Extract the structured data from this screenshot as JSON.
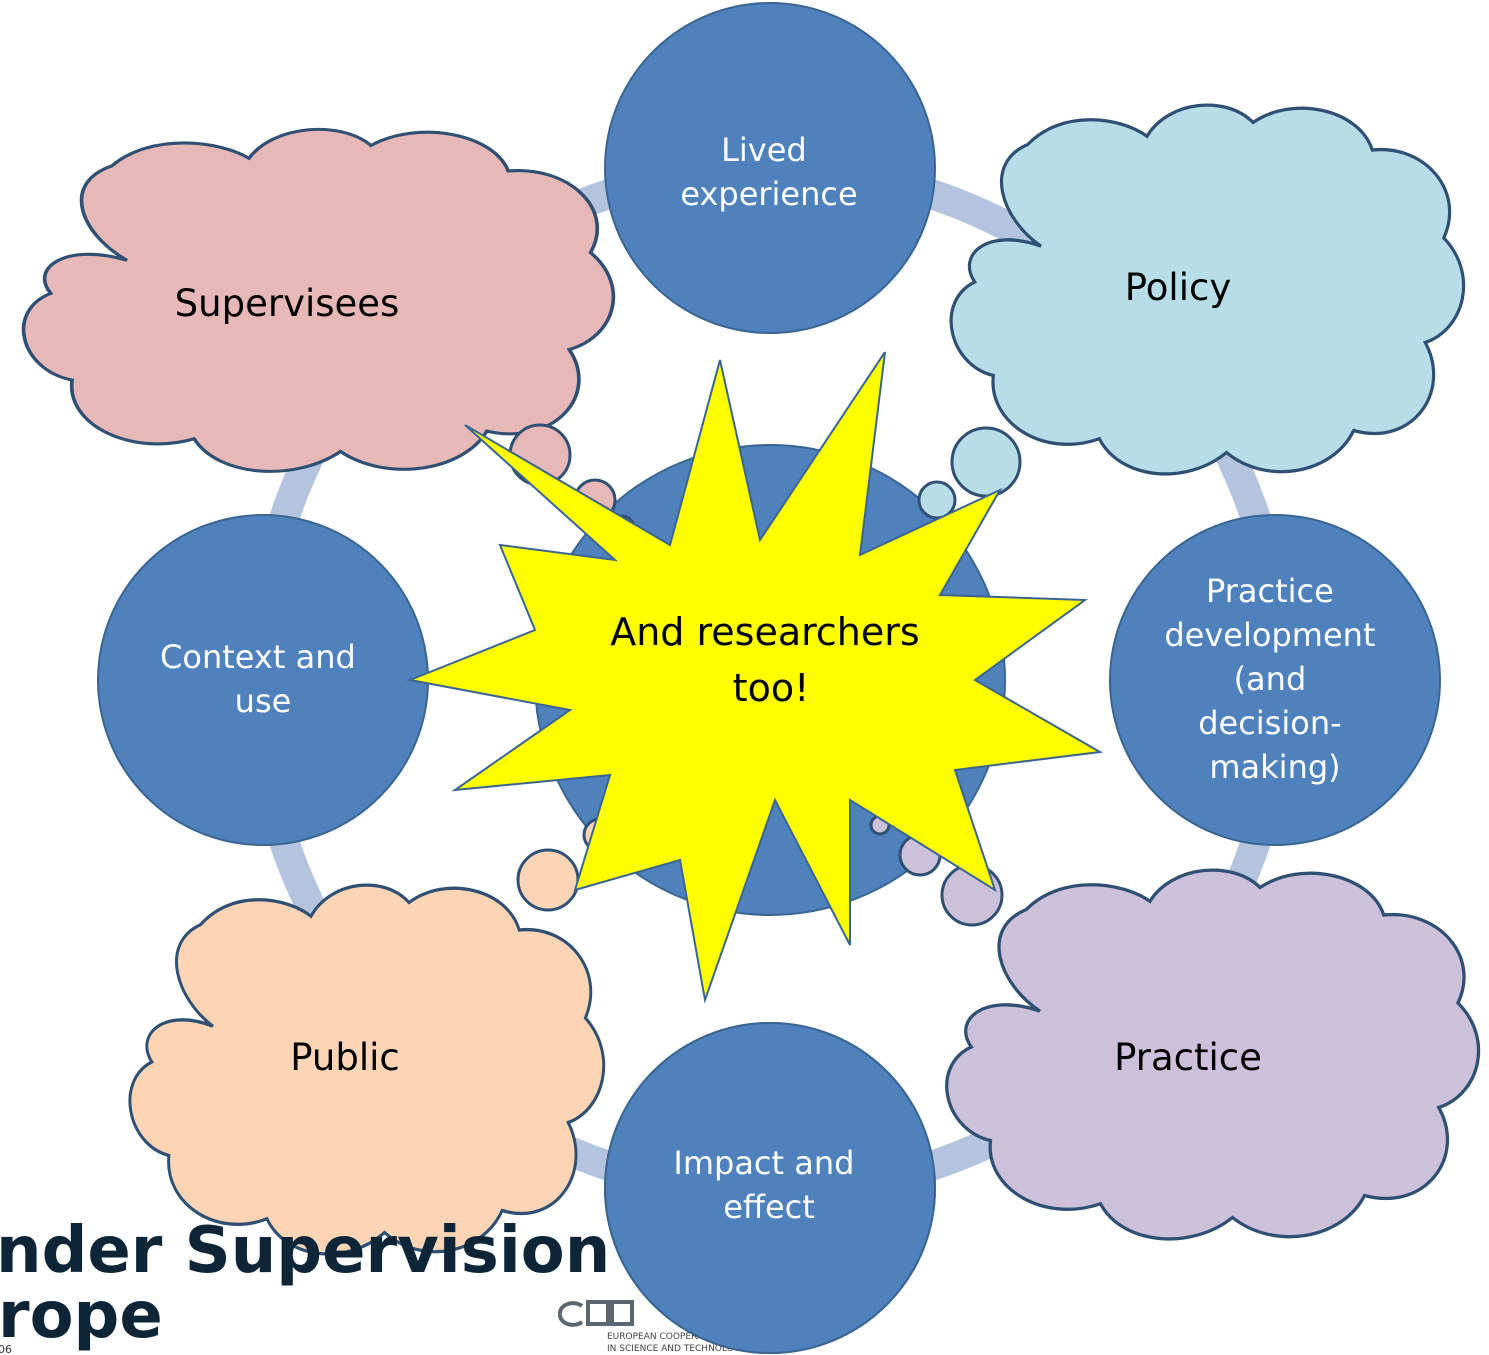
{
  "nodes": {
    "lived_experience": [
      "Lived",
      "experience"
    ],
    "practice_development": [
      "Practice",
      "development",
      "(and",
      "decision-",
      "making)"
    ],
    "impact_and_effect": [
      "Impact and",
      "effect"
    ],
    "context_and_use": [
      "Context and",
      "use"
    ]
  },
  "clouds": {
    "supervisees": "Supervisees",
    "policy": "Policy",
    "practice": "Practice",
    "public": "Public"
  },
  "starburst": [
    "And researchers",
    "too!"
  ],
  "logo": {
    "line1": "nder Supervision",
    "line2": "rope",
    "code": "06"
  },
  "cost_logo": {
    "mark": "COST",
    "line1": "EUROPEAN COOPERATION",
    "line2": "IN SCIENCE AND TECHNOLOGY"
  },
  "colors": {
    "node_fill": "#4f81bd",
    "node_stroke": "#3a6591",
    "ring": "#b4c4de",
    "supervisees": "#e6b8b7",
    "policy": "#b7dde8",
    "practice": "#ccc0da",
    "public": "#fbd5b5",
    "cloud_stroke": "#2f4f73",
    "starburst": "#ffff00"
  }
}
